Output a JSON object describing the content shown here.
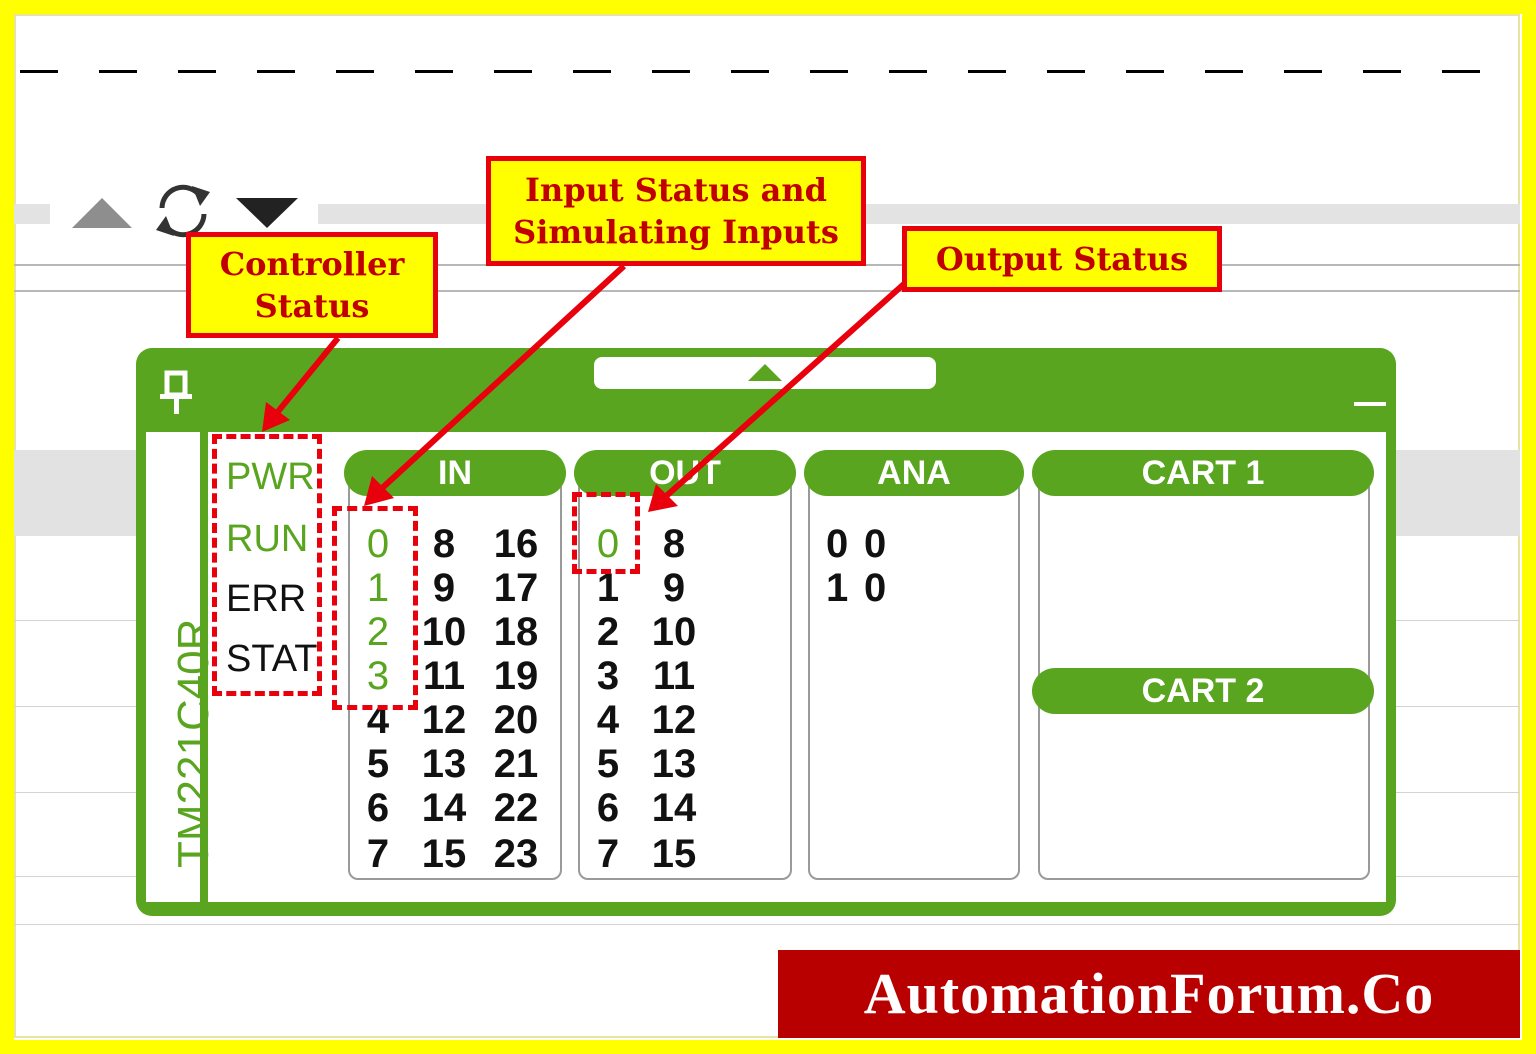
{
  "controller": {
    "model": "TM221C40R",
    "status_leds": [
      {
        "label": "PWR",
        "state": "on",
        "color": "#5aa51f"
      },
      {
        "label": "RUN",
        "state": "on",
        "color": "#5aa51f"
      },
      {
        "label": "ERR",
        "state": "off",
        "color": "#111111"
      },
      {
        "label": "STAT",
        "state": "off",
        "color": "#111111"
      }
    ]
  },
  "columns": {
    "in": {
      "title": "IN",
      "channels": [
        "0",
        "1",
        "2",
        "3",
        "4",
        "5",
        "6",
        "7",
        "8",
        "9",
        "10",
        "11",
        "12",
        "13",
        "14",
        "15",
        "16",
        "17",
        "18",
        "19",
        "20",
        "21",
        "22",
        "23"
      ],
      "active": [
        "0",
        "1",
        "2",
        "3"
      ]
    },
    "out": {
      "title": "OUT",
      "channels": [
        "0",
        "1",
        "2",
        "3",
        "4",
        "5",
        "6",
        "7",
        "8",
        "9",
        "10",
        "11",
        "12",
        "13",
        "14",
        "15"
      ],
      "active": [
        "0"
      ]
    },
    "ana": {
      "title": "ANA",
      "rows": [
        {
          "channel": "0",
          "value": "0"
        },
        {
          "channel": "1",
          "value": "0"
        }
      ]
    },
    "cart1": {
      "title": "CART 1"
    },
    "cart2": {
      "title": "CART 2"
    }
  },
  "callouts": {
    "controller_status": "Controller\nStatus",
    "input_status": "Input Status and\nSimulating Inputs",
    "output_status": "Output Status"
  },
  "watermark": "AutomationForum.Co",
  "colors": {
    "frame": "#ffff00",
    "panel_green": "#5aa51f",
    "callout_red": "#e8000d",
    "watermark_bg": "#b80000"
  }
}
